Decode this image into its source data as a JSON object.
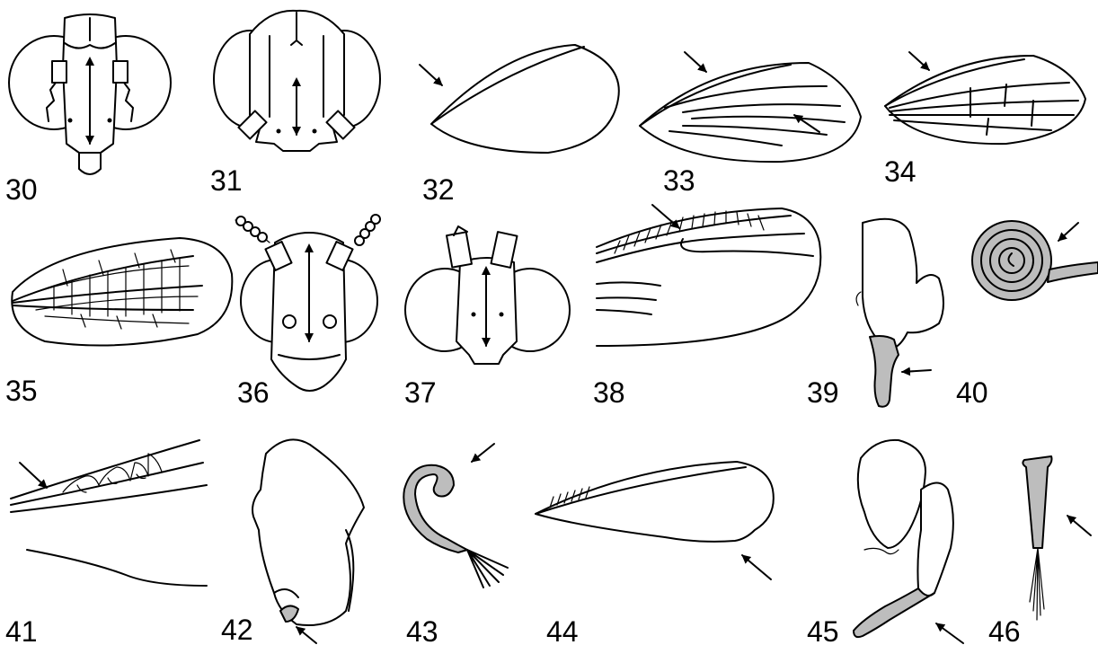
{
  "figure_labels": [
    "30",
    "31",
    "32",
    "33",
    "34",
    "35",
    "36",
    "37",
    "38",
    "39",
    "40",
    "41",
    "42",
    "43",
    "44",
    "45",
    "46"
  ],
  "colors": {
    "ink": "#000000",
    "shading": "#bdbdbd",
    "background": "#ffffff"
  }
}
